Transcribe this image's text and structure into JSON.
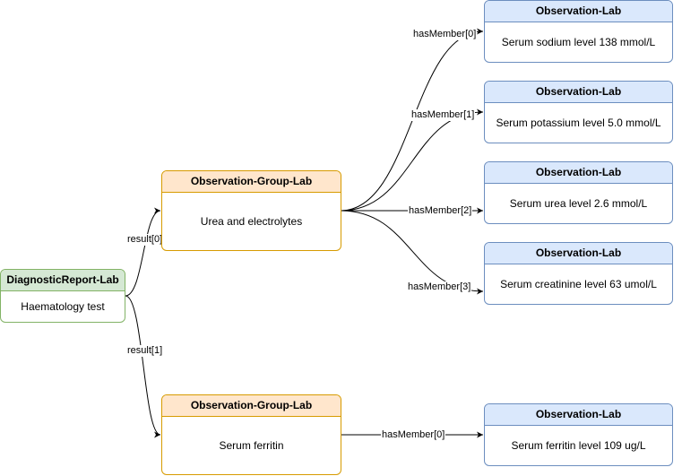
{
  "colors": {
    "report_fill": "#d5e8d4",
    "report_stroke": "#82b366",
    "group_fill": "#ffe6cc",
    "group_stroke": "#d79b00",
    "obs_fill": "#dae8fc",
    "obs_stroke": "#6c8ebf",
    "edge": "#000000"
  },
  "nodes": {
    "report": {
      "type": "DiagnosticReport-Lab",
      "text": "Haematology test"
    },
    "group_ue": {
      "type": "Observation-Group-Lab",
      "text": "Urea and electrolytes"
    },
    "group_ferritin": {
      "type": "Observation-Group-Lab",
      "text": "Serum ferritin"
    },
    "obs_sodium": {
      "type": "Observation-Lab",
      "text": "Serum sodium level 138 mmol/L"
    },
    "obs_potassium": {
      "type": "Observation-Lab",
      "text": "Serum potassium level 5.0 mmol/L"
    },
    "obs_urea": {
      "type": "Observation-Lab",
      "text": "Serum urea level 2.6 mmol/L"
    },
    "obs_creatinine": {
      "type": "Observation-Lab",
      "text": "Serum creatinine level 63 umol/L"
    },
    "obs_ferritin": {
      "type": "Observation-Lab",
      "text": "Serum ferritin level 109 ug/L"
    }
  },
  "edges": {
    "result0": "result[0]",
    "result1": "result[1]",
    "ue_member0": "hasMember[0]",
    "ue_member1": "hasMember[1]",
    "ue_member2": "hasMember[2]",
    "ue_member3": "hasMember[3]",
    "ferritin_member0": "hasMember[0]"
  }
}
